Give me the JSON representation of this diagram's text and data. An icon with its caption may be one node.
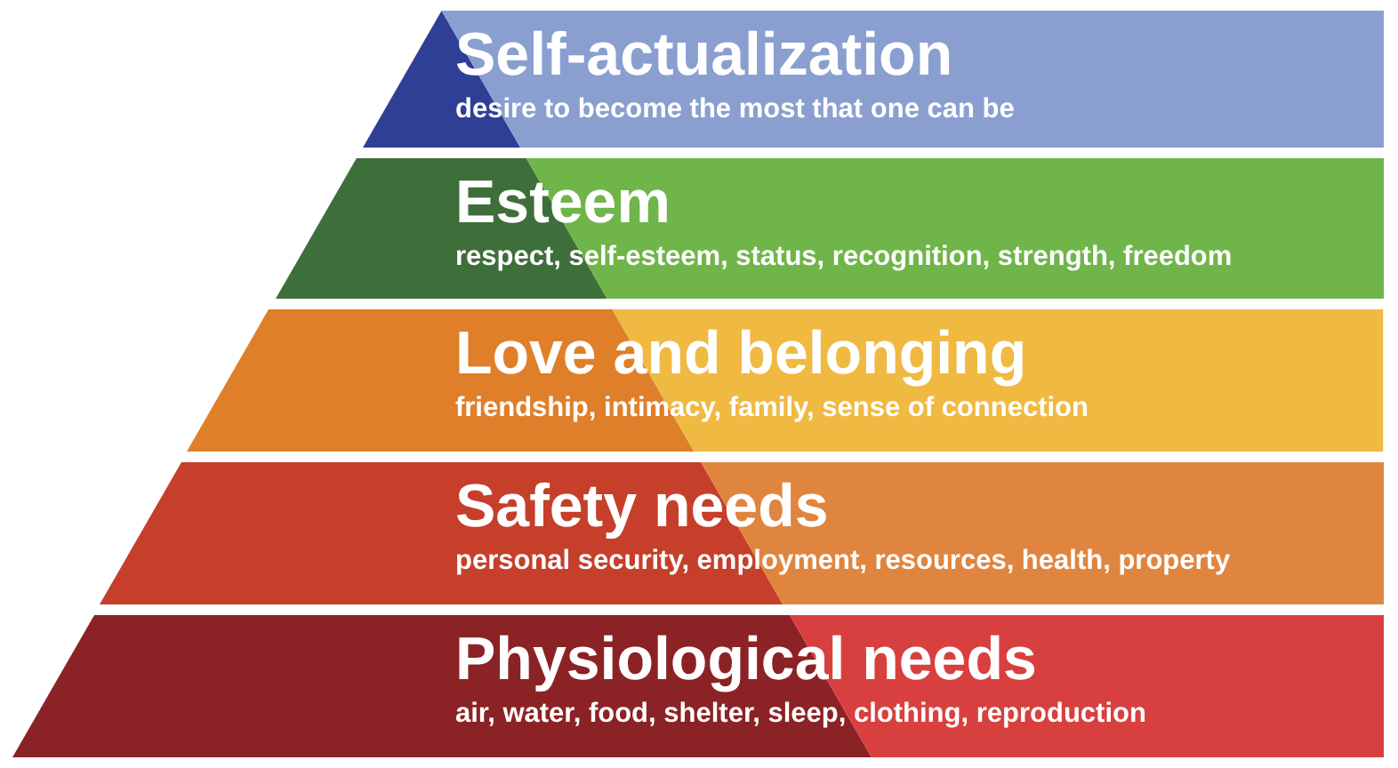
{
  "diagram": {
    "nodes": [
      {
        "text": [
          "Self-actualization",
          "desire to become the most that one can be"
        ]
      },
      {
        "text": [
          "Esteem",
          "respect, self-esteem, status, recognition, strength, freedom"
        ]
      },
      {
        "text": [
          "Love and belonging",
          "friendship, intimacy, family, sense of connection"
        ]
      },
      {
        "text": [
          "Safety needs",
          "personal security, employment, resources, health, property"
        ]
      },
      {
        "text": [
          "Physiological needs",
          "air, water, food, shelter, sleep, clothing, reproduction"
        ]
      }
    ]
  }
}
